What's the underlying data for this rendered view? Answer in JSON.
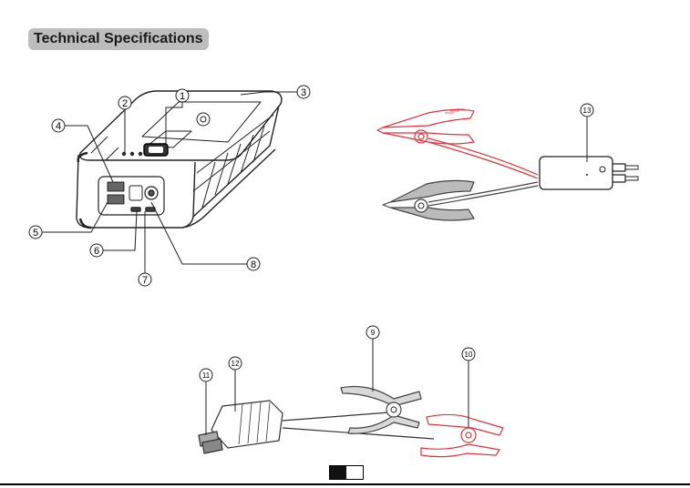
{
  "page": {
    "title": "Technical Specifications"
  },
  "callouts": {
    "c1": "1",
    "c2": "2",
    "c3": "3",
    "c4": "4",
    "c5": "5",
    "c6": "6",
    "c7": "7",
    "c8": "8",
    "c9": "9",
    "c10": "10",
    "c11": "11",
    "c12": "12",
    "c13": "13"
  },
  "colors": {
    "accent_red": "#e8323a",
    "clamp_gray": "#555555",
    "badge_bg": "#bdbdbd"
  }
}
